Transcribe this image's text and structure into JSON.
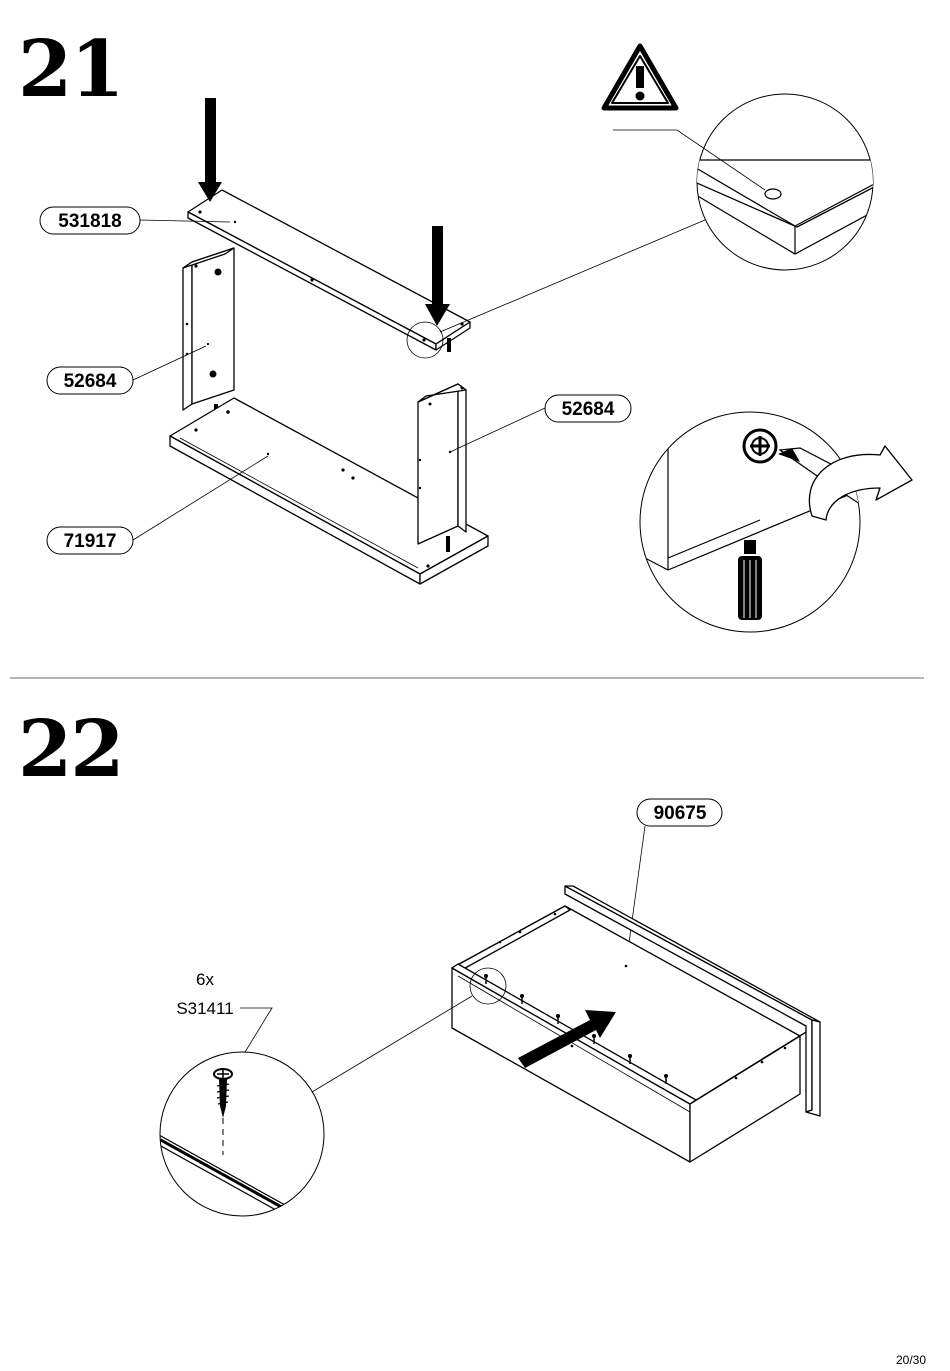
{
  "steps": [
    {
      "number": "21",
      "parts": [
        "531818",
        "52684",
        "52684",
        "71917"
      ]
    },
    {
      "number": "22",
      "parts": [
        "90675"
      ],
      "hardware": {
        "quantity": "6x",
        "code": "S31411"
      }
    }
  ],
  "footer": {
    "page": "20/30"
  },
  "icons": {
    "warning": "warning-triangle-icon",
    "rotate": "clockwise-rotate-arrow-icon",
    "push": "push-arrow-icon"
  }
}
